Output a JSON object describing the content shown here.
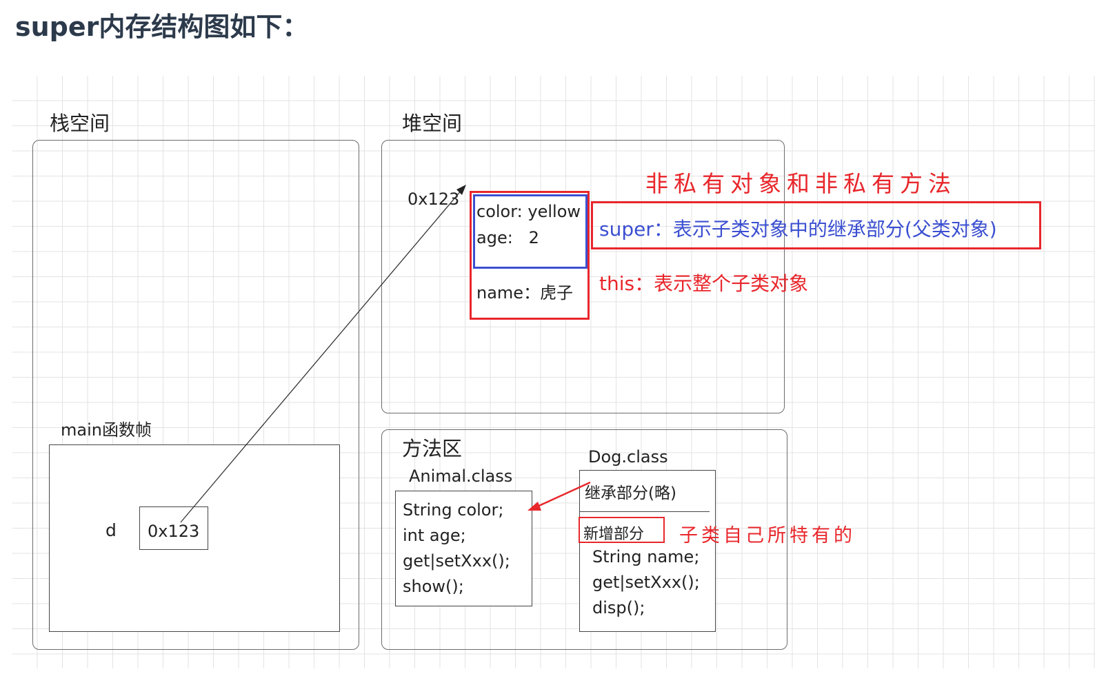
{
  "heading": "super内存结构图如下：",
  "stack": {
    "title": "栈空间",
    "frame_label": "main函数帧",
    "var_name": "d",
    "var_value": "0x123"
  },
  "heap": {
    "title": "堆空间",
    "address": "0x123",
    "fields": {
      "color": "color: yellow",
      "age": "age:   2",
      "name": "name：虎子"
    },
    "annotation_top": "非私有对象和非私有方法",
    "super_note": "super：表示子类对象中的继承部分(父类对象)",
    "this_note": "this：表示整个子类对象"
  },
  "method_area": {
    "title": "方法区",
    "animal": {
      "name": "Animal.class",
      "members": [
        "String color;",
        "int age;",
        "get|setXxx();",
        "show();"
      ]
    },
    "dog": {
      "name": "Dog.class",
      "inherited": "继承部分(略)",
      "added_label": "新增部分",
      "added_note": "子类自己所特有的",
      "members": [
        "String name;",
        "get|setXxx();",
        "disp();"
      ]
    }
  },
  "colors": {
    "red": "#e8262b",
    "blue": "#3b4fd1",
    "heading": "#2c3a4b"
  }
}
